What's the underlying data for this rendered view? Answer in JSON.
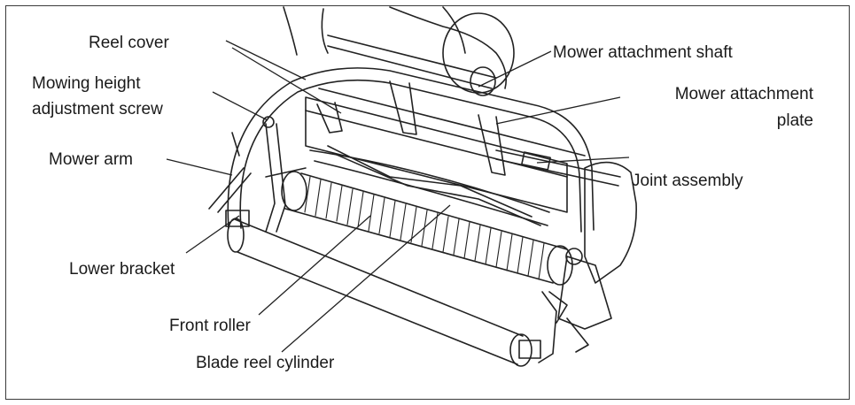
{
  "labels": {
    "reel_cover": "Reel cover",
    "mowing_height_line1": "Mowing height",
    "mowing_height_line2": "adjustment screw",
    "mower_arm": "Mower arm",
    "lower_bracket": "Lower bracket",
    "front_roller": "Front roller",
    "blade_reel_cylinder": "Blade reel cylinder",
    "mower_attachment_shaft": "Mower attachment shaft",
    "mower_attachment_plate_line1": "Mower attachment",
    "mower_attachment_plate_line2": "plate",
    "joint_assembly": "Joint assembly"
  }
}
